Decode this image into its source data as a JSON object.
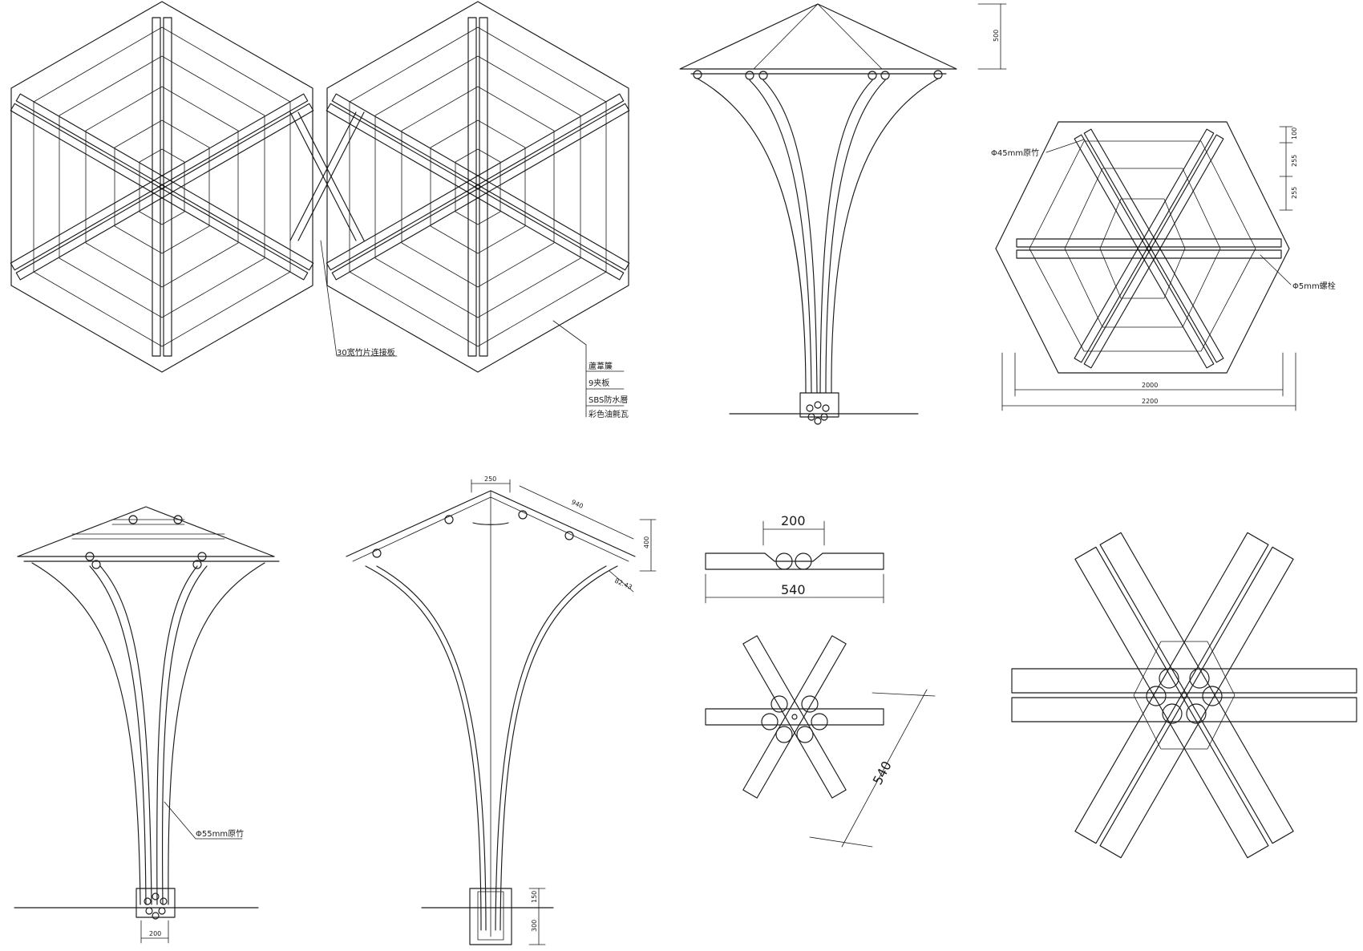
{
  "labels": {
    "connector": "30宽竹片连接板",
    "bamboo45": "Φ45mm原竹",
    "bolt5": "Φ5mm螺栓",
    "bamboo55": "Φ55mm原竹",
    "roof_layers": [
      "蘆葦簾",
      "9夹板",
      "SBS防水層",
      "彩色油氈瓦"
    ]
  },
  "dimensions": {
    "elev_height": "500",
    "plan_a": "100",
    "plan_b": "255",
    "plan_c": "255",
    "plan_inner": "2000",
    "plan_outer": "2200",
    "sec_top": "250",
    "sec_slope": "940",
    "sec_rise": "400",
    "sec_angle": "82.43",
    "sec_base1": "150",
    "sec_base2": "300",
    "col_base": "200",
    "joint_inner": "200",
    "joint_outer": "540",
    "joint_diag": "540"
  }
}
